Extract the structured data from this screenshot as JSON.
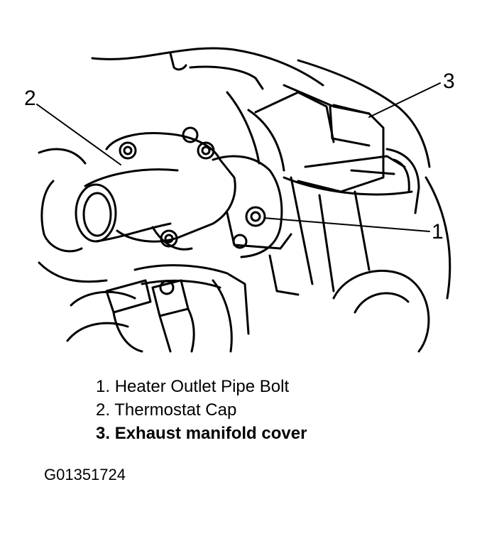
{
  "diagram": {
    "callouts": [
      "1",
      "2",
      "3"
    ]
  },
  "legend": {
    "items": [
      {
        "number": "1.",
        "text": "Heater Outlet Pipe Bolt"
      },
      {
        "number": "2.",
        "text": "Thermostat Cap"
      },
      {
        "number": "3.",
        "text": "Exhaust manifold cover"
      }
    ]
  },
  "figure_id": "G01351724"
}
